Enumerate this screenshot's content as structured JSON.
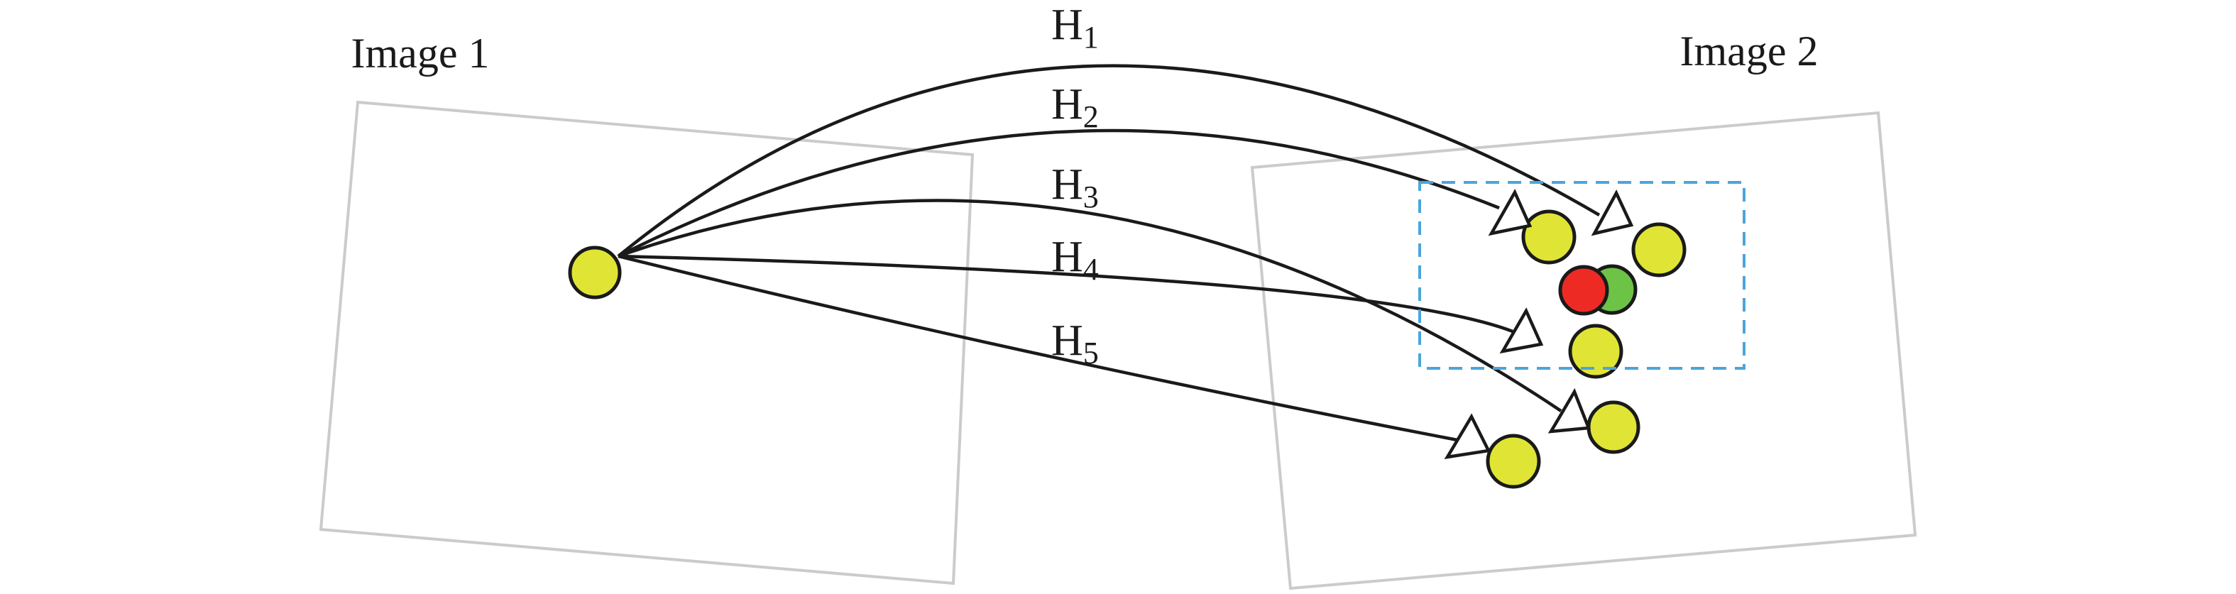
{
  "figure": {
    "image1_label": "Image 1",
    "image2_label": "Image 2",
    "homographies": [
      {
        "base": "H",
        "sub": "1"
      },
      {
        "base": "H",
        "sub": "2"
      },
      {
        "base": "H",
        "sub": "3"
      },
      {
        "base": "H",
        "sub": "4"
      },
      {
        "base": "H",
        "sub": "5"
      }
    ],
    "colors": {
      "feature_yellow": "#E0E535",
      "mismatch_red": "#ED2B24",
      "mismatch_green": "#6DC345",
      "dashed_region_blue": "#4BA5DB",
      "image_frame_gray": "#CBCBCB",
      "curve_black": "#1A1A1A"
    }
  }
}
